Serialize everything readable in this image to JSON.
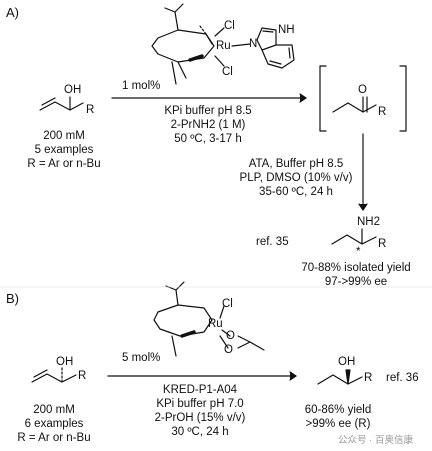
{
  "panel_a": {
    "label": "A)",
    "substrate": {
      "concentration": "200 mM",
      "examples": "5 examples",
      "r_group_def": "R = Ar or n-Bu",
      "oh": "OH",
      "r": "R"
    },
    "catalyst": {
      "cl1": "Cl",
      "cl2": "Cl",
      "ru": "Ru",
      "n": "N",
      "nh": "NH"
    },
    "loading": "1 mol%",
    "conditions_step1": [
      "KPi buffer pH 8.5",
      "2-PrNH2 (1 M)",
      "50 ºC, 3-17 h"
    ],
    "ketone": {
      "o": "O",
      "r": "R"
    },
    "conditions_step2": [
      "ATA, Buffer pH 8.5",
      "PLP, DMSO (10% v/v)",
      "35-60 ºC, 24 h"
    ],
    "reference": "ref. 35",
    "product": {
      "nh2": "NH2",
      "star": "*",
      "r": "R"
    },
    "yield": "70-88% isolated yield",
    "ee": "97->99% ee"
  },
  "panel_b": {
    "label": "B)",
    "substrate": {
      "oh": "OH",
      "r": "R",
      "concentration": "200 mM",
      "examples": "6 examples",
      "r_group_def": "R = Ar or n-Bu"
    },
    "catalyst": {
      "cl": "Cl",
      "ru": "Ru",
      "o1": "O",
      "o2": "O"
    },
    "loading": "5 mol%",
    "conditions": [
      "KRED-P1-A04",
      "KPi buffer pH 7.0",
      "2-PrOH (15% v/v)",
      "30 ºC, 24 h"
    ],
    "reference": "ref. 36",
    "product": {
      "oh": "OH",
      "r": "R"
    },
    "yield": "60-86% yield",
    "ee": ">99% ee (R)"
  },
  "watermark": "公众号 · 百奥信康"
}
